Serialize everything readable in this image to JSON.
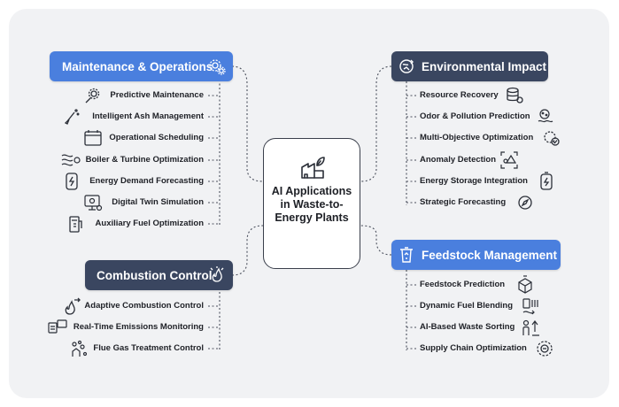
{
  "center": {
    "title": "AI Applications in Waste-to-Energy Plants",
    "icon": "factory-leaf-icon"
  },
  "maintenance": {
    "title": "Maintenance & Operations",
    "icon": "gears-icon",
    "items": [
      {
        "label": "Predictive Maintenance",
        "icon": "gear-wrench-icon"
      },
      {
        "label": "Intelligent Ash Management",
        "icon": "ash-brush-icon"
      },
      {
        "label": "Operational Scheduling",
        "icon": "calendar-icon"
      },
      {
        "label": "Boiler & Turbine Optimization",
        "icon": "turbine-icon"
      },
      {
        "label": "Energy Demand Forecasting",
        "icon": "energy-forecast-icon"
      },
      {
        "label": "Digital Twin Simulation",
        "icon": "digital-twin-icon"
      },
      {
        "label": "Auxiliary Fuel Optimization",
        "icon": "fuel-pump-icon"
      }
    ]
  },
  "combustion": {
    "title": "Combustion Control",
    "icon": "flame-sparkle-icon",
    "items": [
      {
        "label": "Adaptive Combustion Control",
        "icon": "flame-arrow-icon"
      },
      {
        "label": "Real-Time Emissions Monitoring",
        "icon": "monitor-emissions-icon"
      },
      {
        "label": "Flue Gas Treatment Control",
        "icon": "gas-treatment-icon"
      }
    ]
  },
  "environmental": {
    "title": "Environmental Impact",
    "icon": "globe-recycle-icon",
    "items": [
      {
        "label": "Resource Recovery",
        "icon": "database-recovery-icon"
      },
      {
        "label": "Odor & Pollution Prediction",
        "icon": "pollution-icon"
      },
      {
        "label": "Multi-Objective Optimization",
        "icon": "optimization-check-icon"
      },
      {
        "label": "Anomaly Detection",
        "icon": "anomaly-icon"
      },
      {
        "label": "Energy Storage Integration",
        "icon": "battery-icon"
      },
      {
        "label": "Strategic Forecasting",
        "icon": "compass-icon"
      }
    ]
  },
  "feedstock": {
    "title": "Feedstock Management",
    "icon": "recycle-bin-icon",
    "items": [
      {
        "label": "Feedstock Prediction",
        "icon": "box-prediction-icon"
      },
      {
        "label": "Dynamic Fuel Blending",
        "icon": "fuel-blend-icon"
      },
      {
        "label": "AI-Based Waste Sorting",
        "icon": "sorting-icon"
      },
      {
        "label": "Supply Chain Optimization",
        "icon": "chain-gear-icon"
      }
    ]
  },
  "colors": {
    "blue": "#4a7fde",
    "navy": "#3a4660",
    "text": "#1e2026",
    "line": "#4a4f5c"
  }
}
